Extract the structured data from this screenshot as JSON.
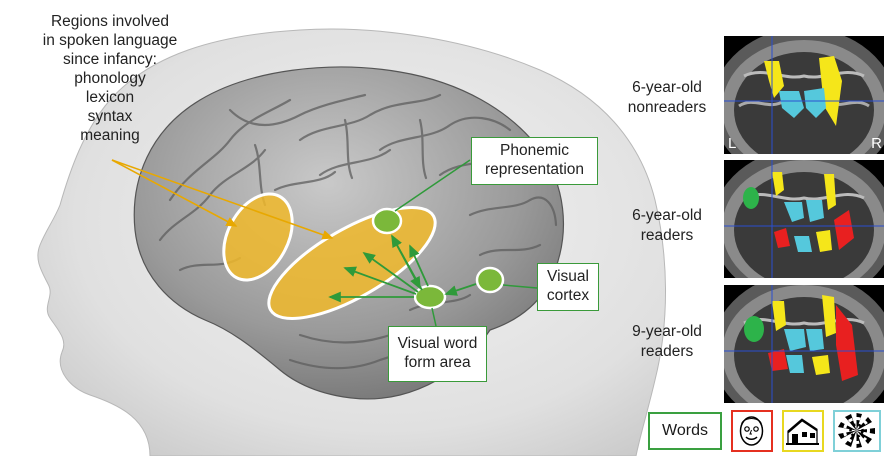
{
  "annotations": {
    "regions_text": [
      "Regions involved",
      "in spoken language",
      "since infancy:",
      "phonology",
      "lexicon",
      "syntax",
      "meaning"
    ],
    "phonemic": [
      "Phonemic",
      "representation"
    ],
    "visual_cortex": [
      "Visual",
      "cortex"
    ],
    "vwfa": [
      "Visual word",
      "form area"
    ]
  },
  "panels": [
    {
      "label": [
        "6-year-old",
        "nonreaders"
      ],
      "show_lr": true
    },
    {
      "label": [
        "6-year-old",
        "readers"
      ],
      "show_lr": false
    },
    {
      "label": [
        "9-year-old",
        "readers"
      ],
      "show_lr": false
    }
  ],
  "scan_orientation": {
    "left": "L",
    "right": "R"
  },
  "legend": {
    "words_label": "Words",
    "items": [
      {
        "name": "faces",
        "icon": "face-icon",
        "border": "#e53020"
      },
      {
        "name": "houses",
        "icon": "house-icon",
        "border": "#e8d820"
      },
      {
        "name": "checkerboards",
        "icon": "checkerboard-icon",
        "border": "#7fd0d8"
      }
    ],
    "words_border": "#3aa040"
  },
  "colors": {
    "spoken_language": "#f0b82a",
    "visual_regions": "#7bb83a",
    "arrows_green": "#2f9a3a",
    "arrows_orange": "#e8a800",
    "word_activation": "#2db34a",
    "face_activation": "#e82020",
    "house_activation": "#f5e61a",
    "checker_activation": "#55c8dc"
  }
}
